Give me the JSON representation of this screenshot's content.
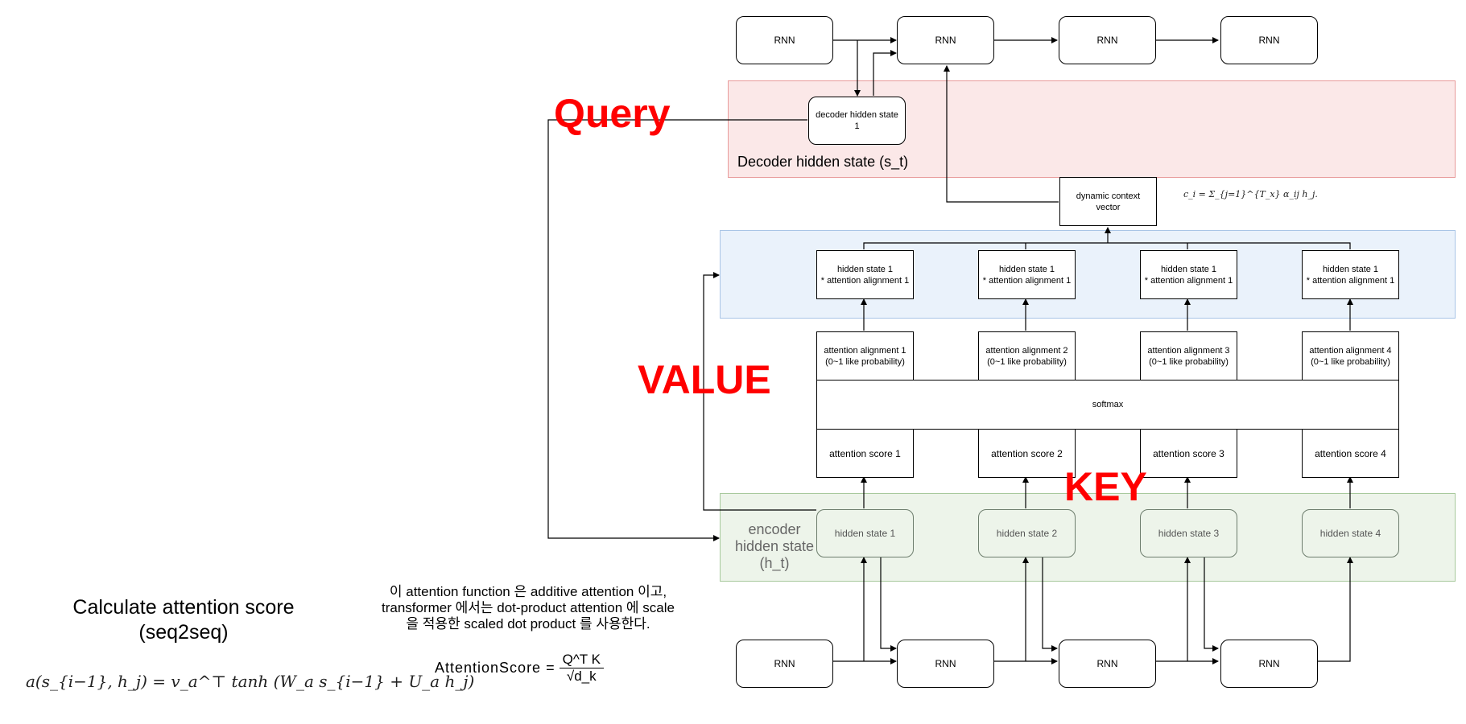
{
  "colors": {
    "decoder_band_fill": "#fbe8e8",
    "decoder_band_border": "#e89a9a",
    "context_band_fill": "#eaf2fb",
    "context_band_border": "#a9c5e6",
    "encoder_band_fill": "#edf4ea",
    "encoder_band_border": "#a7c99c",
    "highlight_text": "#ff0000"
  },
  "decoder": {
    "rnn_labels": [
      "RNN",
      "RNN",
      "RNN",
      "RNN"
    ],
    "hidden_state_label": "decoder hidden state\n1",
    "band_label": "Decoder hidden state (s_t)"
  },
  "context": {
    "dynamic_context_vector": "dynamic context\nvector",
    "context_formula": "c_i = Σ_{j=1}^{T_x} α_ij h_j."
  },
  "weighted": {
    "labels": [
      "hidden state 1\n* attention alignment 1",
      "hidden state 1\n* attention alignment 1",
      "hidden state 1\n* attention alignment 1",
      "hidden state 1\n* attention alignment 1"
    ]
  },
  "alignment": {
    "labels": [
      "attention alignment 1\n(0~1 like probability)",
      "attention alignment 2\n(0~1 like probability)",
      "attention alignment 3\n(0~1 like probability)",
      "attention alignment 4\n(0~1 like probability)"
    ]
  },
  "softmax": {
    "label": "softmax"
  },
  "scores": {
    "labels": [
      "attention score 1",
      "attention score 2",
      "attention score 3",
      "attention score 4"
    ]
  },
  "encoder": {
    "hidden_labels": [
      "hidden state 1",
      "hidden state 2",
      "hidden state 3",
      "hidden state 4"
    ],
    "band_label": "encoder\nhidden state\n(h_t)",
    "rnn_labels": [
      "RNN",
      "RNN",
      "RNN",
      "RNN"
    ]
  },
  "annotations": {
    "query": "Query",
    "value": "VALUE",
    "key": "KEY"
  },
  "notes": {
    "calc_title": "Calculate attention score\n(seq2seq)",
    "additive_formula": "a(s_{i−1}, h_j) = v_a^⊤ tanh (W_a s_{i−1} + U_a h_j)",
    "korean_note": "이 attention function 은 additive attention 이고,\ntransformer 에서는 dot-product attention 에 scale\n을 적용한 scaled dot product 를 사용한다.",
    "scaled_formula_lhs": "AttentionScore",
    "scaled_formula_num": "Q^T K",
    "scaled_formula_den": "√d_k"
  }
}
